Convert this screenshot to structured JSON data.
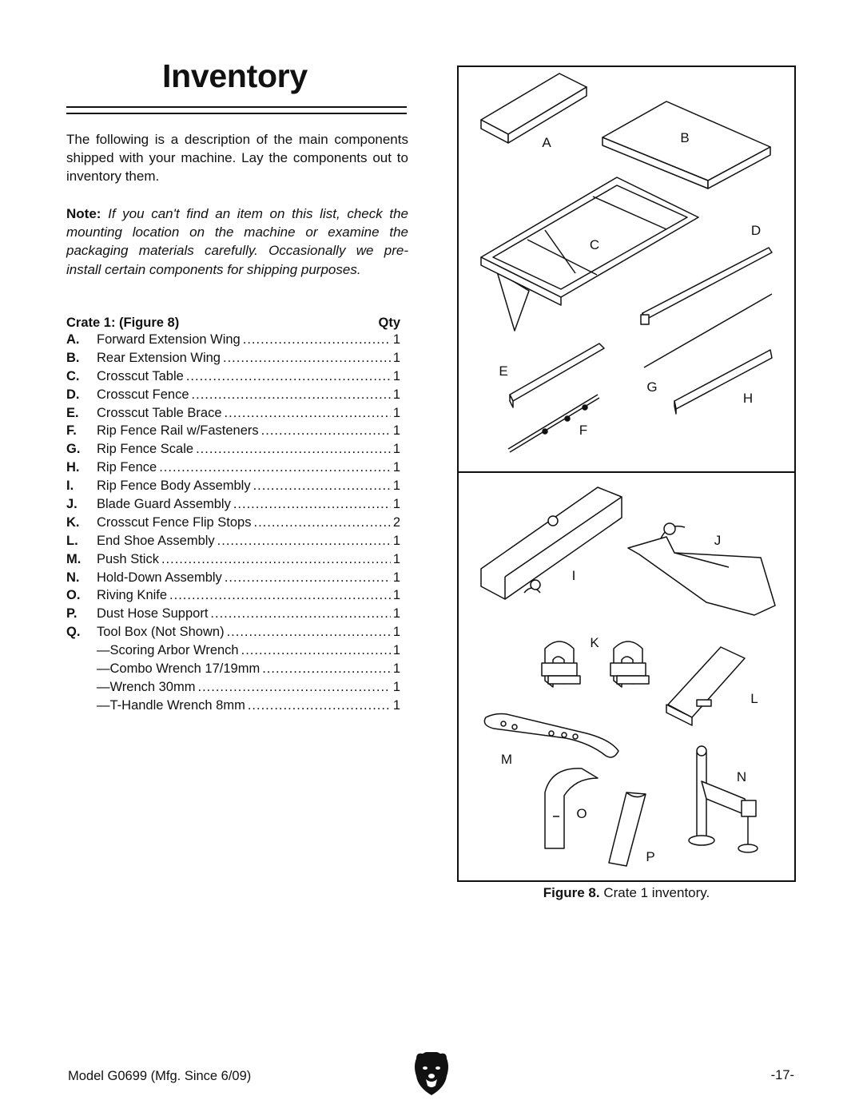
{
  "page": {
    "title": "Inventory",
    "intro": "The following is a description of the main components shipped with your machine. Lay the components out to inventory them.",
    "note_label": "Note:",
    "note_text": "If you can't find an item on this list, check the mounting location on the machine or examine the packaging materials carefully. Occasionally we pre-install certain components for shipping purposes."
  },
  "inventory": {
    "heading": "Crate 1:  (Figure 8)",
    "qty_heading": "Qty",
    "items": [
      {
        "letter": "A.",
        "name": "Forward Extension Wing",
        "qty": "1"
      },
      {
        "letter": "B.",
        "name": "Rear Extension Wing",
        "qty": "1"
      },
      {
        "letter": "C.",
        "name": "Crosscut Table",
        "qty": "1"
      },
      {
        "letter": "D.",
        "name": "Crosscut Fence",
        "qty": "1"
      },
      {
        "letter": "E.",
        "name": "Crosscut Table Brace",
        "qty": "1"
      },
      {
        "letter": "F.",
        "name": "Rip Fence Rail w/Fasteners",
        "qty": "1"
      },
      {
        "letter": "G.",
        "name": "Rip Fence Scale",
        "qty": "1"
      },
      {
        "letter": "H.",
        "name": "Rip Fence",
        "qty": "1"
      },
      {
        "letter": "I.",
        "name": "Rip Fence Body Assembly",
        "qty": "1"
      },
      {
        "letter": "J.",
        "name": "Blade Guard Assembly",
        "qty": "1"
      },
      {
        "letter": "K.",
        "name": "Crosscut Fence Flip Stops",
        "qty": "2"
      },
      {
        "letter": "L.",
        "name": "End Shoe Assembly",
        "qty": "1"
      },
      {
        "letter": "M.",
        "name": "Push Stick",
        "qty": "1"
      },
      {
        "letter": "N.",
        "name": "Hold-Down Assembly",
        "qty": "1"
      },
      {
        "letter": "O.",
        "name": "Riving Knife",
        "qty": "1"
      },
      {
        "letter": "P.",
        "name": "Dust Hose Support",
        "qty": "1"
      },
      {
        "letter": "Q.",
        "name": "Tool Box (Not Shown)",
        "qty": "1"
      },
      {
        "letter": "",
        "name": "—Scoring Arbor Wrench",
        "qty": "1"
      },
      {
        "letter": "",
        "name": "—Combo Wrench 17/19mm",
        "qty": "1"
      },
      {
        "letter": "",
        "name": "—Wrench 30mm",
        "qty": "1"
      },
      {
        "letter": "",
        "name": "—T-Handle Wrench 8mm",
        "qty": "1"
      }
    ]
  },
  "figure": {
    "caption_label": "Figure 8.",
    "caption_text": "Crate 1 inventory.",
    "labels": {
      "A": "A",
      "B": "B",
      "C": "C",
      "D": "D",
      "E": "E",
      "F": "F",
      "G": "G",
      "H": "H",
      "I": "I",
      "J": "J",
      "K": "K",
      "L": "L",
      "M": "M",
      "N": "N",
      "O": "O",
      "P": "P"
    }
  },
  "footer": {
    "model": "Model G0699 (Mfg. Since 6/09)",
    "page_number": "-17-"
  },
  "icons": {
    "logo": "bear-head-logo-icon"
  }
}
